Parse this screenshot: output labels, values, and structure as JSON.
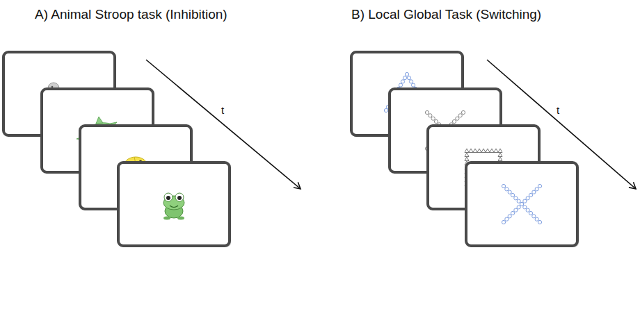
{
  "diagram": {
    "labels": [
      "A) Animal Stroop task (Inhibition)",
      "B) Local Global Task (Switching)",
      "t",
      "t"
    ]
  }
}
